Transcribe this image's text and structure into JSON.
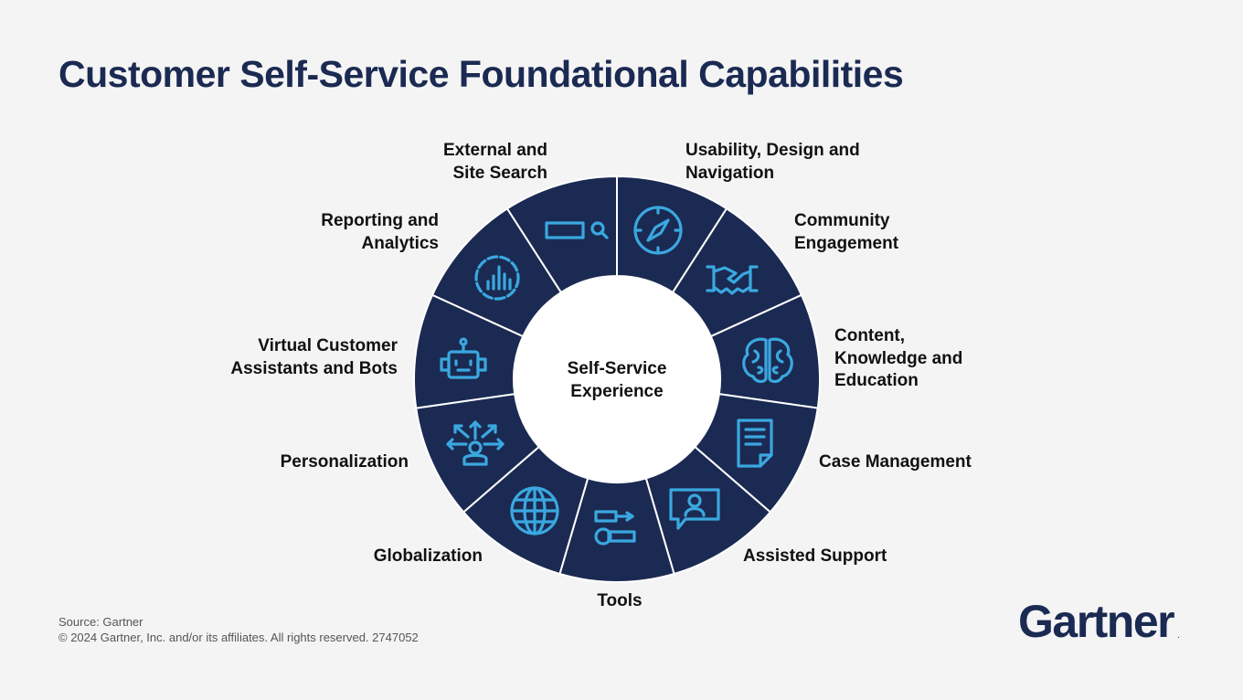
{
  "title": "Customer Self-Service Foundational Capabilities",
  "center": {
    "line1": "Self-Service",
    "line2": "Experience"
  },
  "segments": [
    {
      "icon": "compass-icon",
      "lines": [
        "Usability, Design and",
        "Navigation"
      ]
    },
    {
      "icon": "handshake-icon",
      "lines": [
        "Community",
        "Engagement"
      ]
    },
    {
      "icon": "brain-icon",
      "lines": [
        "Content,",
        "Knowledge and",
        "Education"
      ]
    },
    {
      "icon": "document-icon",
      "lines": [
        "Case Management"
      ]
    },
    {
      "icon": "chat-person-icon",
      "lines": [
        "Assisted Support"
      ]
    },
    {
      "icon": "tools-icon",
      "lines": [
        "Tools"
      ]
    },
    {
      "icon": "globe-icon",
      "lines": [
        "Globalization"
      ]
    },
    {
      "icon": "personalization-icon",
      "lines": [
        "Personalization"
      ]
    },
    {
      "icon": "robot-icon",
      "lines": [
        "Virtual Customer",
        "Assistants and Bots"
      ]
    },
    {
      "icon": "analytics-icon",
      "lines": [
        "Reporting and",
        "Analytics"
      ]
    },
    {
      "icon": "search-bar-icon",
      "lines": [
        "External and",
        "Site Search"
      ]
    }
  ],
  "footer": {
    "source": "Source: Gartner",
    "copyright": "© 2024 Gartner, Inc. and/or its affiliates. All rights reserved. 2747052"
  },
  "logo": {
    "text": "Gartner",
    "mark": "."
  },
  "colors": {
    "ring": "#1b2a52",
    "icon": "#3aa8e0",
    "divider": "#ffffff",
    "background": "#f4f4f4"
  }
}
